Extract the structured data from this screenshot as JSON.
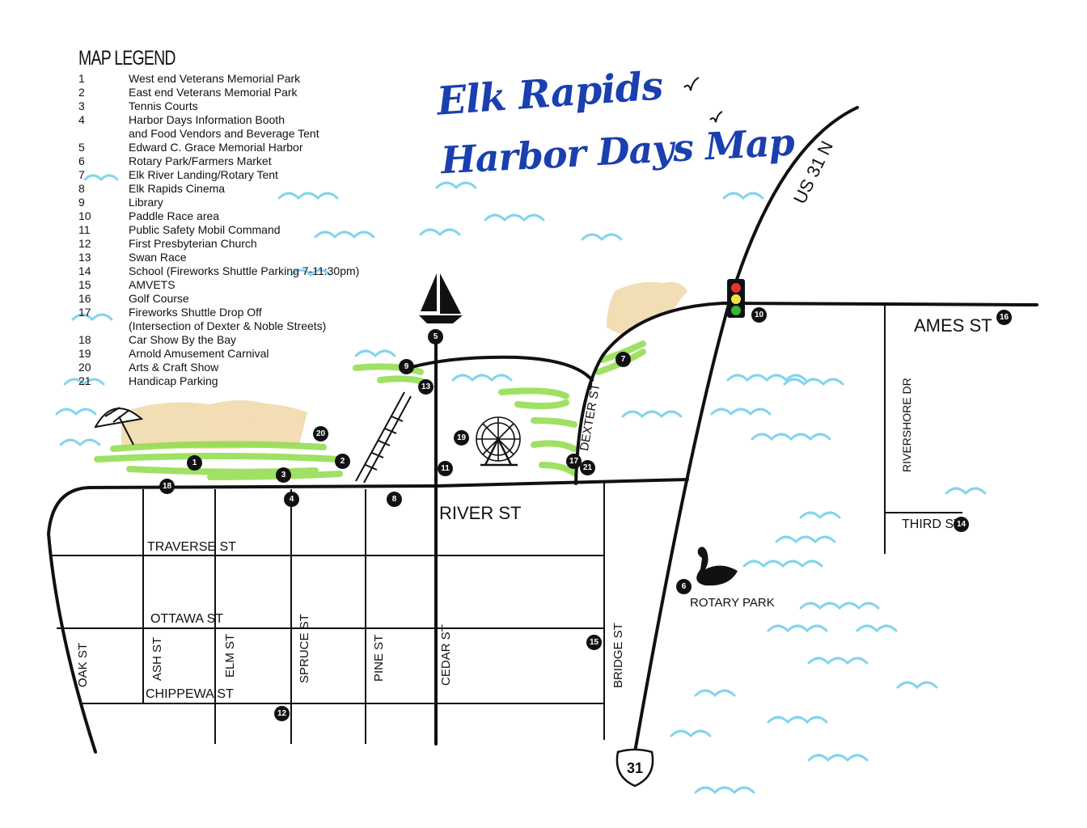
{
  "title": {
    "line1": "Elk Rapids",
    "line2": "Harbor Days Map"
  },
  "legend": {
    "heading": "MAP LEGEND",
    "items": [
      {
        "num": "1",
        "label": "West end Veterans Memorial Park"
      },
      {
        "num": "2",
        "label": "East end Veterans Memorial Park"
      },
      {
        "num": "3",
        "label": "Tennis Courts"
      },
      {
        "num": "4",
        "label": "Harbor Days Information Booth"
      },
      {
        "num": "",
        "label": "and Food Vendors and Beverage Tent"
      },
      {
        "num": "5",
        "label": "Edward C. Grace Memorial Harbor"
      },
      {
        "num": "6",
        "label": "Rotary Park/Farmers Market"
      },
      {
        "num": "7",
        "label": "Elk River Landing/Rotary Tent"
      },
      {
        "num": "8",
        "label": "Elk Rapids Cinema"
      },
      {
        "num": "9",
        "label": "Library"
      },
      {
        "num": "10",
        "label": "Paddle Race area"
      },
      {
        "num": "11",
        "label": "Public Safety Mobil Command"
      },
      {
        "num": "12",
        "label": "First Presbyterian Church"
      },
      {
        "num": "13",
        "label": "Swan Race"
      },
      {
        "num": "14",
        "label": "School (Fireworks Shuttle Parking 7-11:30pm)"
      },
      {
        "num": "15",
        "label": "AMVETS"
      },
      {
        "num": "16",
        "label": "Golf Course"
      },
      {
        "num": "17",
        "label": "Fireworks Shuttle Drop Off"
      },
      {
        "num": "",
        "label": "(Intersection of Dexter & Noble Streets)"
      },
      {
        "num": "18",
        "label": "Car Show By the Bay"
      },
      {
        "num": "19",
        "label": "Arnold Amusement Carnival"
      },
      {
        "num": "20",
        "label": "Arts & Craft Show"
      },
      {
        "num": "21",
        "label": "Handicap Parking"
      }
    ]
  },
  "streets": {
    "us31n": "US 31 N",
    "ames": "AMES ST",
    "rivershore": "RIVERSHORE DR",
    "third": "THIRD ST",
    "river": "RIVER ST",
    "traverse": "TRAVERSE ST",
    "ottawa": "OTTAWA ST",
    "chippewa": "CHIPPEWA ST",
    "oak": "OAK ST",
    "ash": "ASH ST",
    "elm": "ELM ST",
    "spruce": "SPRUCE ST",
    "pine": "PINE ST",
    "cedar": "CEDAR ST",
    "bridge": "BRIDGE ST",
    "dexter": "DEXTER ST",
    "rotary_park": "ROTARY PARK",
    "shield": "31"
  },
  "markers": [
    "1",
    "2",
    "3",
    "4",
    "5",
    "6",
    "7",
    "8",
    "9",
    "10",
    "11",
    "12",
    "13",
    "14",
    "15",
    "16",
    "17",
    "18",
    "19",
    "20",
    "21"
  ],
  "colors": {
    "title": "#1a3fae",
    "water": "#5cc6e6",
    "grass": "#8fdc4a",
    "sand": "#f0d8a8",
    "road": "#111111"
  }
}
